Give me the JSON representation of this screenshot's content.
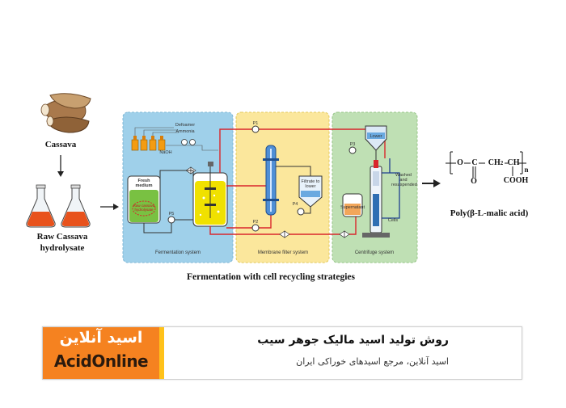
{
  "diagram": {
    "cassava_label": "Cassava",
    "hydrolysate_label_line1": "Raw Cassava",
    "hydrolysate_label_line2": "hydrolysate",
    "fermentation_system_label": "Fermentation system",
    "membrane_system_label": "Membrane filter system",
    "centrifuge_system_label": "Centrifuge system",
    "caption": "Fermentation with cell recycling strategies",
    "fresh_medium_label": "Fresh medium",
    "raw_hydrolysate_tank_label": "Raw cassava hydrolysate",
    "defoamer_label": "Defoamer",
    "ammonia_label": "Ammonia",
    "naoh_label": "NaOH",
    "filtrate_label": "Filtrate to lower",
    "lower_label": "Lower",
    "supernatant_label": "Supernatant",
    "washed_label": "Washed and resuspended",
    "cells_label": "Cells",
    "pump_labels": [
      "P1",
      "P2",
      "P3",
      "P4",
      "P5"
    ],
    "product_label": "Poly(β-L-malic acid)",
    "formula": {
      "o1": "O",
      "c1": "C",
      "ch2": "CH",
      "sub2": "2",
      "ch": "CH",
      "o2": "O",
      "cooh": "COOH",
      "n": "n"
    }
  },
  "banner": {
    "logo_fa": "اسید آنلاین",
    "logo_en": "AcidOnline",
    "title": "روش تولید اسید مالیک جوهر سیب",
    "subtitle": "اسید آنلاین، مرجع اسیدهای خوراکی ایران"
  },
  "colors": {
    "fermentation_panel": "#9fd0ea",
    "membrane_panel": "#fbe79c",
    "centrifuge_panel": "#bfe0b4",
    "pipe": "#d9262c",
    "broth_green": "#79c142",
    "broth_yellow": "#f0e100",
    "flask_liquid": "#e8521c",
    "logo_orange": "#f58220",
    "logo_yellow": "#ffc21a"
  }
}
